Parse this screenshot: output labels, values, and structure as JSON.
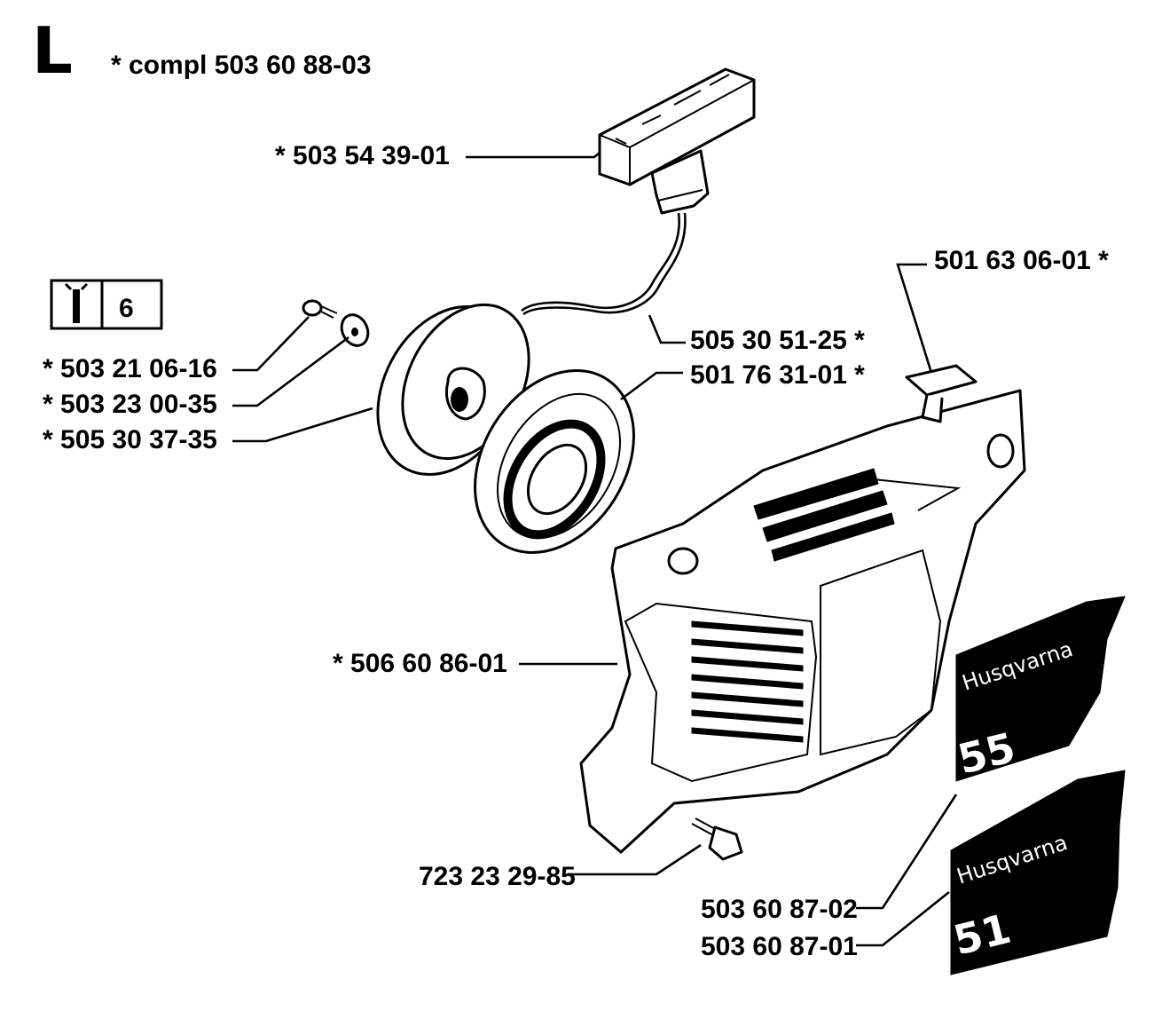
{
  "header": {
    "section_letter": "L",
    "complete_label": "*  compl 503 60 88-03"
  },
  "tool_box": {
    "tool_icon": "wrench-icon",
    "number": "6"
  },
  "parts": {
    "starter_handle": "*  503 54 39-01",
    "washer_screw": "*  503 21 06-16",
    "washer": "*  503 23 00-35",
    "pulley": "*  505 30 37-35",
    "starter_rope": "505 30 51-25  *",
    "recoil_spring": "501 76 31-01  *",
    "grommet": "501 63 06-01  *",
    "starter_cover": "*  506 60 86-01",
    "cover_screw": "723 23 29-85",
    "decal_55": "503 60 87-02",
    "decal_51": "503 60 87-01"
  },
  "decals": {
    "decal_55": {
      "brand": "Husqvarna",
      "model": "55"
    },
    "decal_51": {
      "brand": "Husqvarna",
      "model": "51"
    }
  },
  "colors": {
    "ink": "#000000",
    "paper": "#ffffff"
  }
}
